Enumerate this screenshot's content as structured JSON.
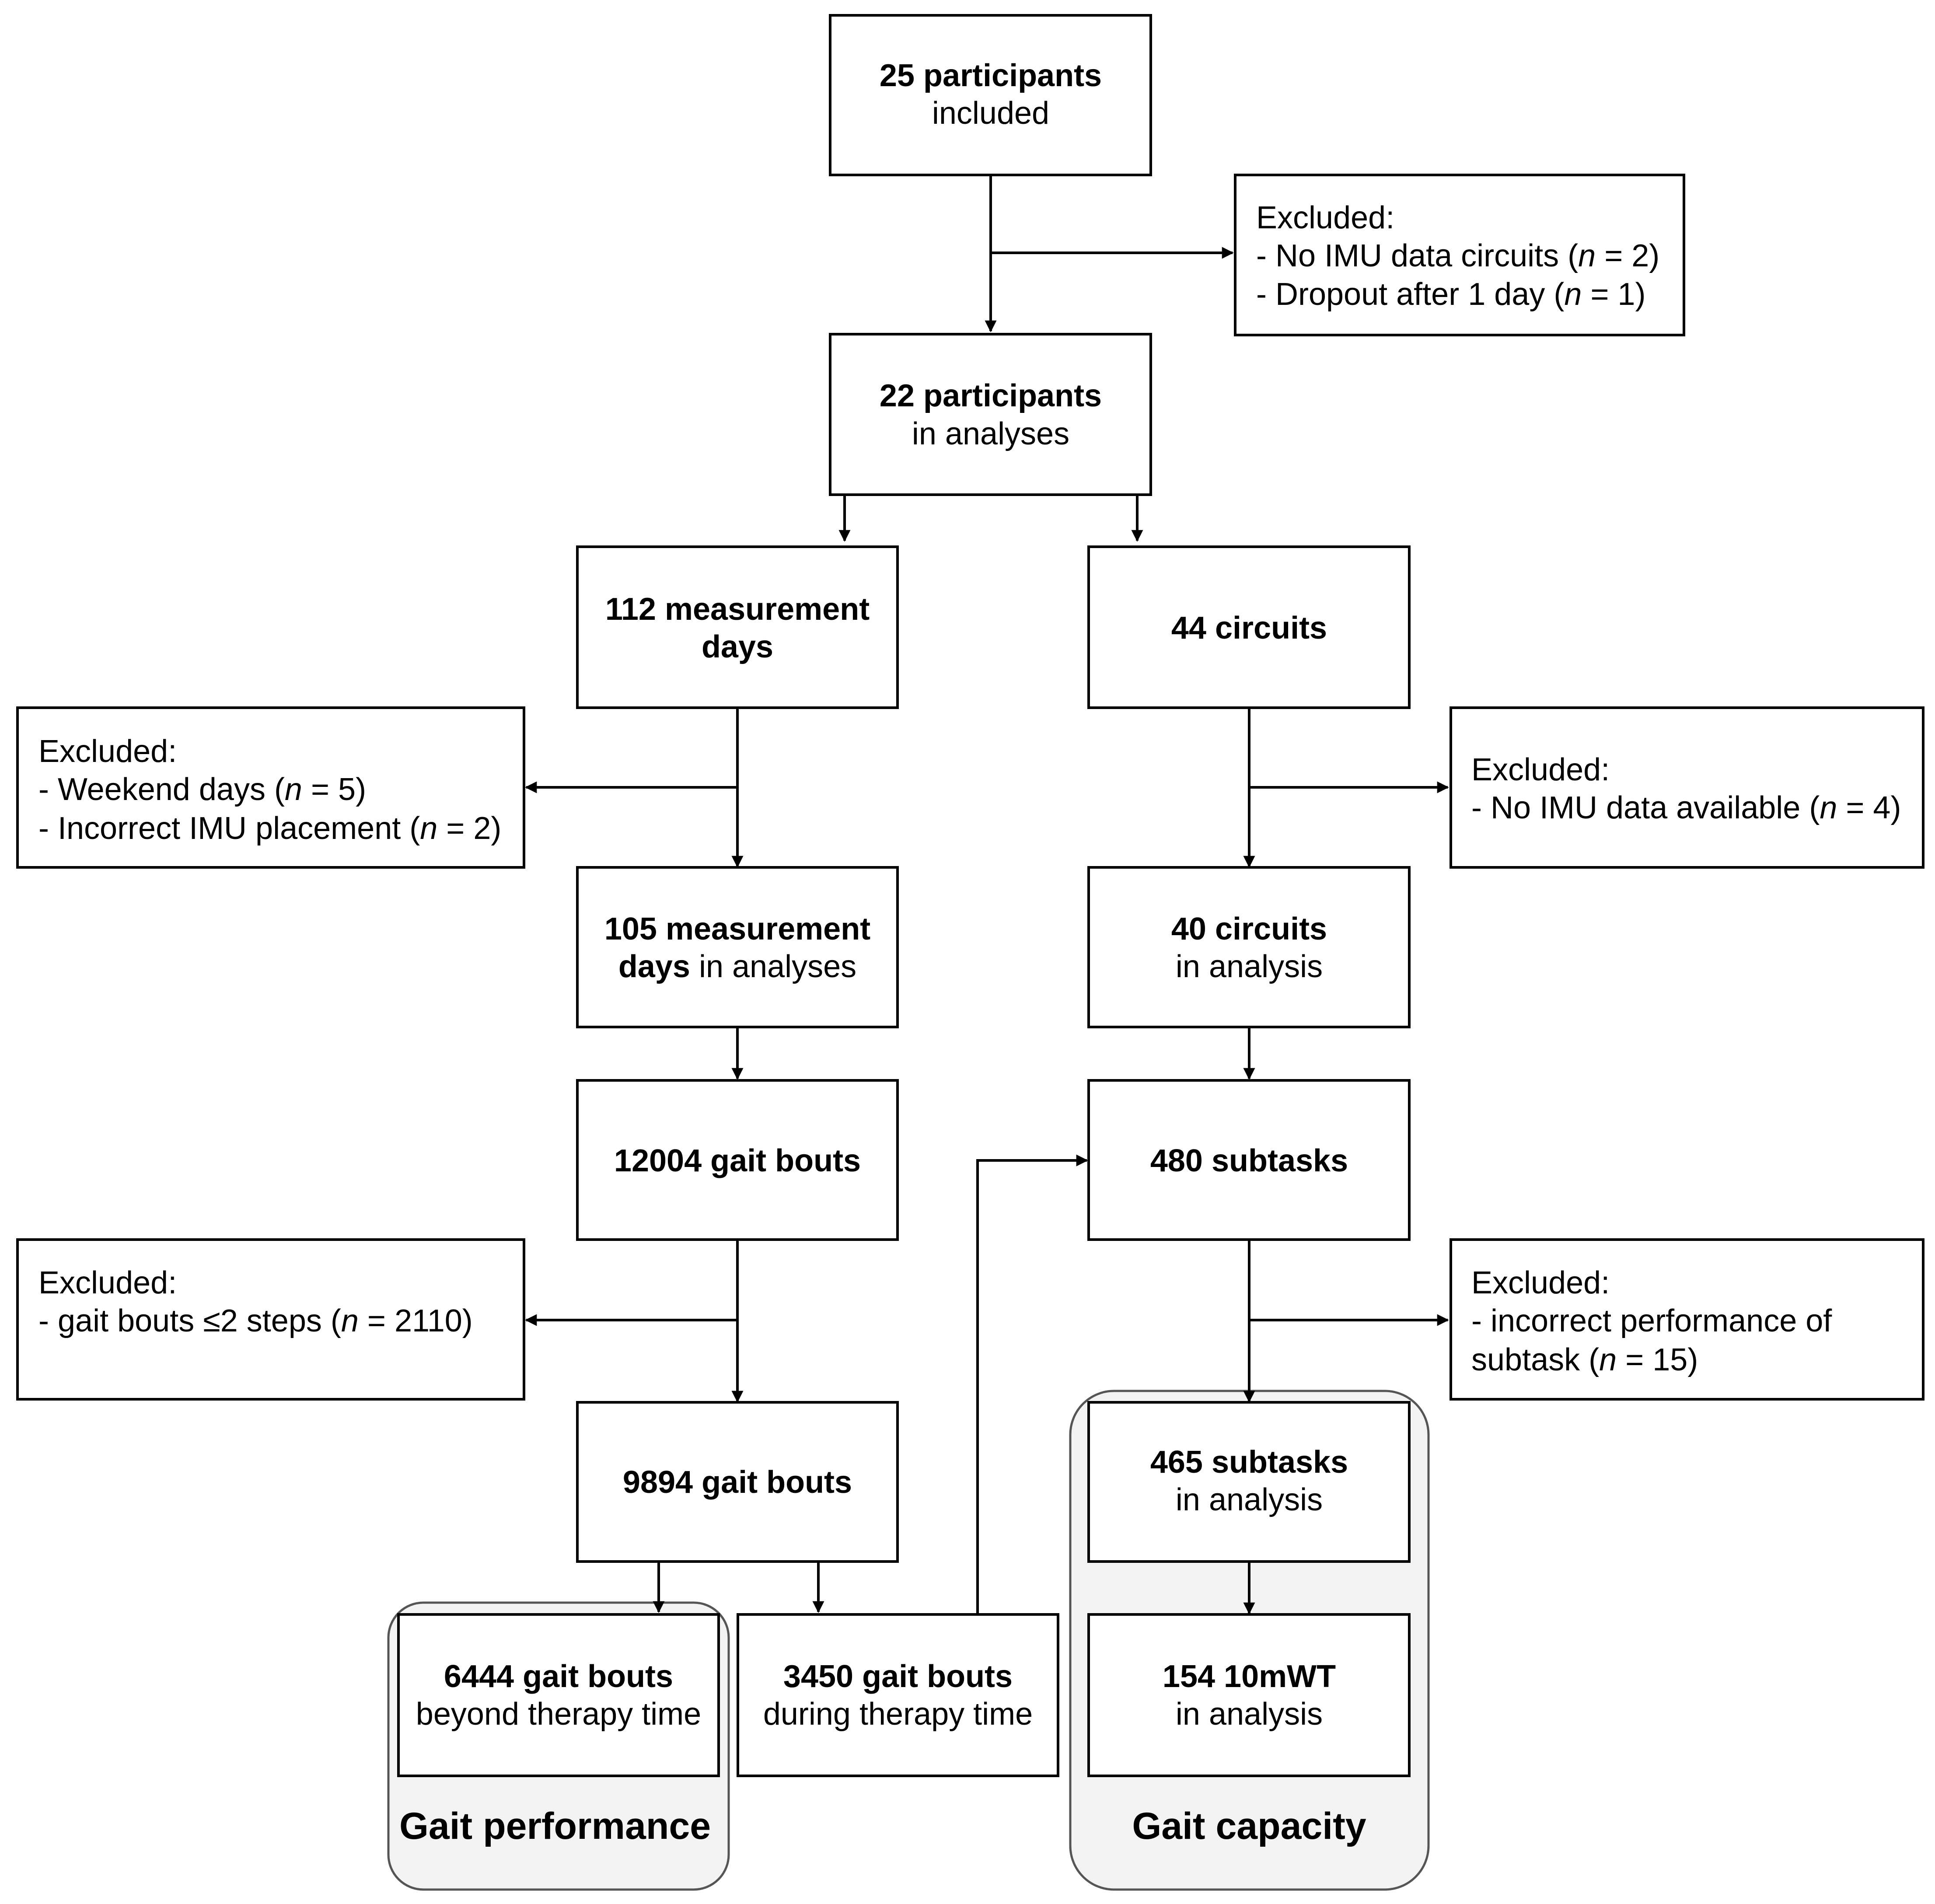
{
  "nodes": {
    "n25": {
      "bold": "25 participants",
      "plain": "included"
    },
    "n22": {
      "bold": "22 participants",
      "plain": "in analyses"
    },
    "n112": {
      "bold1": "112 measurement",
      "bold2": "days"
    },
    "n44": {
      "bold": "44 circuits"
    },
    "n105": {
      "bold1": "105 measurement",
      "bold2": "days",
      "plain": "in analyses"
    },
    "n40": {
      "bold": "40 circuits",
      "plain": "in analysis"
    },
    "n12004": {
      "bold": "12004 gait bouts"
    },
    "n480": {
      "bold": "480 subtasks"
    },
    "n9894": {
      "bold": "9894 gait bouts"
    },
    "n465": {
      "bold": "465 subtasks",
      "plain": "in analysis"
    },
    "n6444": {
      "bold": "6444 gait bouts",
      "plain": "beyond therapy time"
    },
    "n3450": {
      "bold": "3450 gait bouts",
      "plain": "during therapy time"
    },
    "n154": {
      "bold": "154 10mWT",
      "plain": "in analysis"
    }
  },
  "exclusions": {
    "ex1": {
      "title": "Excluded:",
      "line1": "- No IMU data circuits (",
      "n1": "n",
      "line1b": " = 2)",
      "line2": "- Dropout after 1 day (",
      "n2": "n",
      "line2b": " = 1)"
    },
    "ex2": {
      "title": "Excluded:",
      "line1": "- Weekend days (",
      "n1": "n",
      "line1b": " = 5)",
      "line2": "- Incorrect IMU placement (",
      "n2": "n",
      "line2b": " = 2)"
    },
    "ex3": {
      "title": "Excluded:",
      "line1": "- No IMU data available (",
      "n1": "n",
      "line1b": " = 4)"
    },
    "ex4": {
      "title": "Excluded:",
      "line1": "- gait bouts ≤2 steps (",
      "n1": "n",
      "line1b": " = 2110)"
    },
    "ex5": {
      "title": "Excluded:",
      "line1": "- incorrect performance of",
      "line2": "subtask (",
      "n2": "n",
      "line2b": " = 15)"
    }
  },
  "groups": {
    "performance": "Gait performance",
    "capacity": "Gait capacity"
  }
}
